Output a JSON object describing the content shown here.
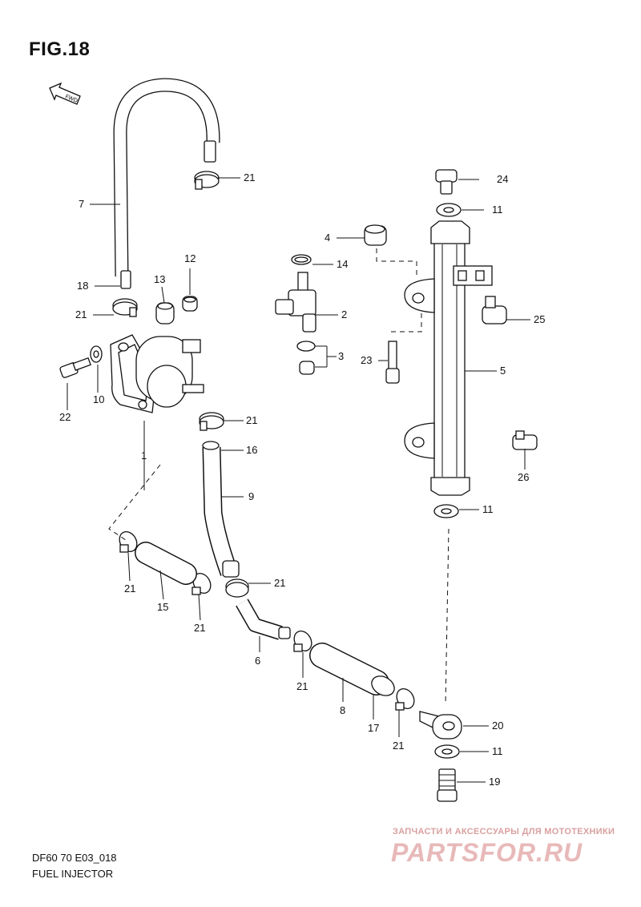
{
  "figure": {
    "title": "FIG.18",
    "code": "DF60 70 E03_018",
    "name": "FUEL INJECTOR",
    "fwd_label": "FWD"
  },
  "watermark": {
    "line1": "ЗАПЧАСТИ И АКСЕССУАРЫ ДЛЯ МОТОТЕХНИКИ",
    "line2": "PARTSFOR.RU"
  },
  "callouts": [
    {
      "id": "c-21a",
      "text": "21"
    },
    {
      "id": "c-7",
      "text": "7"
    },
    {
      "id": "c-24",
      "text": "24"
    },
    {
      "id": "c-11a",
      "text": "11"
    },
    {
      "id": "c-4",
      "text": "4"
    },
    {
      "id": "c-12",
      "text": "12"
    },
    {
      "id": "c-14",
      "text": "14"
    },
    {
      "id": "c-18",
      "text": "18"
    },
    {
      "id": "c-13",
      "text": "13"
    },
    {
      "id": "c-2",
      "text": "2"
    },
    {
      "id": "c-21b",
      "text": "21"
    },
    {
      "id": "c-25",
      "text": "25"
    },
    {
      "id": "c-3",
      "text": "3"
    },
    {
      "id": "c-23",
      "text": "23"
    },
    {
      "id": "c-10",
      "text": "10"
    },
    {
      "id": "c-5",
      "text": "5"
    },
    {
      "id": "c-22",
      "text": "22"
    },
    {
      "id": "c-21c",
      "text": "21"
    },
    {
      "id": "c-1",
      "text": "1"
    },
    {
      "id": "c-16",
      "text": "16"
    },
    {
      "id": "c-26",
      "text": "26"
    },
    {
      "id": "c-9",
      "text": "9"
    },
    {
      "id": "c-11b",
      "text": "11"
    },
    {
      "id": "c-21d",
      "text": "21"
    },
    {
      "id": "c-21e",
      "text": "21"
    },
    {
      "id": "c-15",
      "text": "15"
    },
    {
      "id": "c-21f",
      "text": "21"
    },
    {
      "id": "c-6",
      "text": "6"
    },
    {
      "id": "c-21g",
      "text": "21"
    },
    {
      "id": "c-8",
      "text": "8"
    },
    {
      "id": "c-17",
      "text": "17"
    },
    {
      "id": "c-20",
      "text": "20"
    },
    {
      "id": "c-21h",
      "text": "21"
    },
    {
      "id": "c-11c",
      "text": "11"
    },
    {
      "id": "c-19",
      "text": "19"
    }
  ]
}
